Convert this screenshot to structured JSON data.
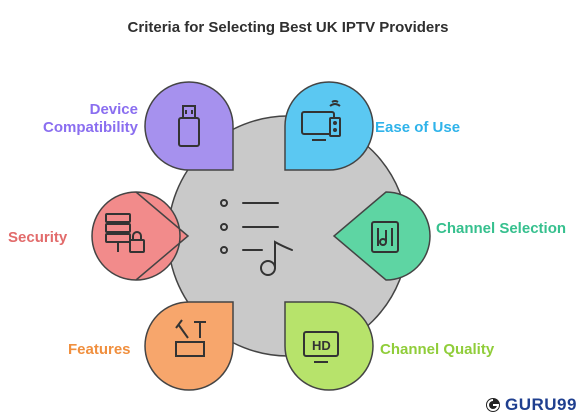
{
  "title": "Criteria for Selecting Best UK IPTV Providers",
  "criteria": [
    {
      "label": "Device Compatibility",
      "label_lines": [
        "Device",
        "Compatibility"
      ],
      "icon": "usb-drive-icon",
      "color": "#a691ee"
    },
    {
      "label": "Ease of Use",
      "label_lines": [
        "Ease of Use"
      ],
      "icon": "tv-remote-icon",
      "color": "#5bc8f2"
    },
    {
      "label": "Security",
      "label_lines": [
        "Security"
      ],
      "icon": "server-lock-icon",
      "color": "#f28b8b"
    },
    {
      "label": "Channel Selection",
      "label_lines": [
        "Channel Selection"
      ],
      "icon": "music-file-icon",
      "color": "#5ed5a3"
    },
    {
      "label": "Features",
      "label_lines": [
        "Features"
      ],
      "icon": "tools-icon",
      "color": "#f7a66c"
    },
    {
      "label": "Channel Quality",
      "label_lines": [
        "Channel Quality"
      ],
      "icon": "hd-tv-icon",
      "color": "#b7e36b"
    }
  ],
  "center_icon": "playlist-icon",
  "center_color": "#c9c9c9",
  "label_colors": {
    "Device Compatibility": "#8a6ef0",
    "Ease of Use": "#2fb3ea",
    "Security": "#e26b6b",
    "Channel Selection": "#36c08e",
    "Features": "#f08f3e",
    "Channel Quality": "#90cd3a"
  },
  "brand": "GURU99"
}
